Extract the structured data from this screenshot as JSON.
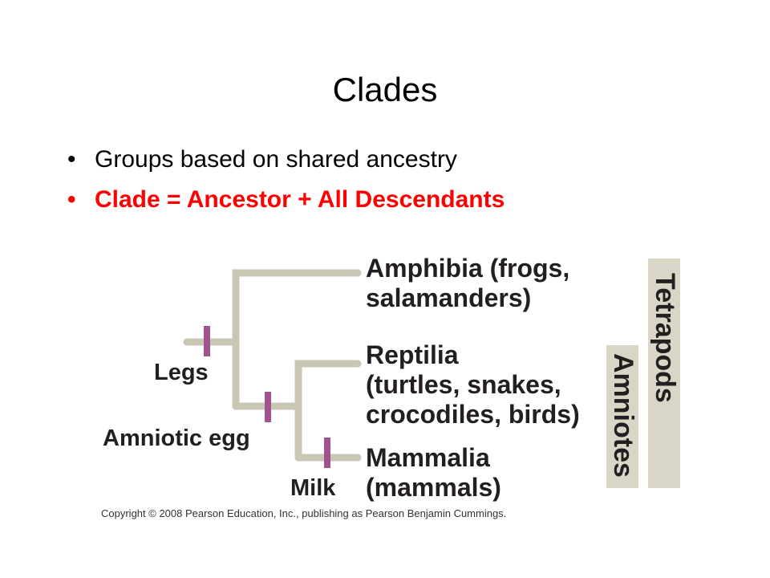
{
  "slide": {
    "title": "Clades",
    "bullets": [
      {
        "text": "Groups based on shared ancestry",
        "color": "#000000"
      },
      {
        "text": "Clade = Ancestor +  All Descendants",
        "color": "#ff0000"
      }
    ]
  },
  "diagram": {
    "colors": {
      "branch": "#c9c6b4",
      "trait_mark": "#a0528f",
      "group_bar": "#d9d6c8"
    },
    "taxa": [
      {
        "line1": "Amphibia (frogs,",
        "line2": "salamanders)"
      },
      {
        "line1": "Reptilia",
        "line2": "(turtles, snakes,",
        "line3": "crocodiles, birds)"
      },
      {
        "line1": "Mammalia",
        "line2": "(mammals)"
      }
    ],
    "traits": {
      "legs": "Legs",
      "amniotic_egg": "Amniotic egg",
      "milk": "Milk"
    },
    "groups": {
      "tetrapods": "Tetrapods",
      "amniotes": "Amniotes"
    },
    "copyright": "Copyright © 2008 Pearson Education, Inc., publishing as Pearson Benjamin Cummings."
  }
}
